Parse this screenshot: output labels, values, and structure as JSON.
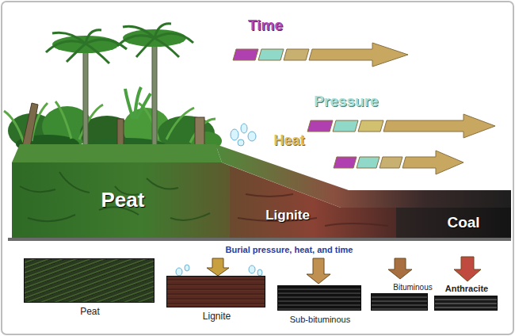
{
  "diagram": {
    "nodes": [
      {
        "text": [
          "Peat"
        ]
      },
      {
        "text": [
          "Lignite"
        ]
      },
      {
        "text": [
          "Coal"
        ]
      },
      {
        "text": [
          "Peat"
        ]
      },
      {
        "text": [
          "Lignite"
        ]
      },
      {
        "text": [
          "Sub-bituminous"
        ]
      },
      {
        "text": [
          "Bituminous"
        ]
      },
      {
        "text": [
          "Anthracite"
        ]
      }
    ],
    "labels": [
      "Time",
      "Pressure",
      "Heat",
      "Burial pressure, heat, and time"
    ]
  }
}
